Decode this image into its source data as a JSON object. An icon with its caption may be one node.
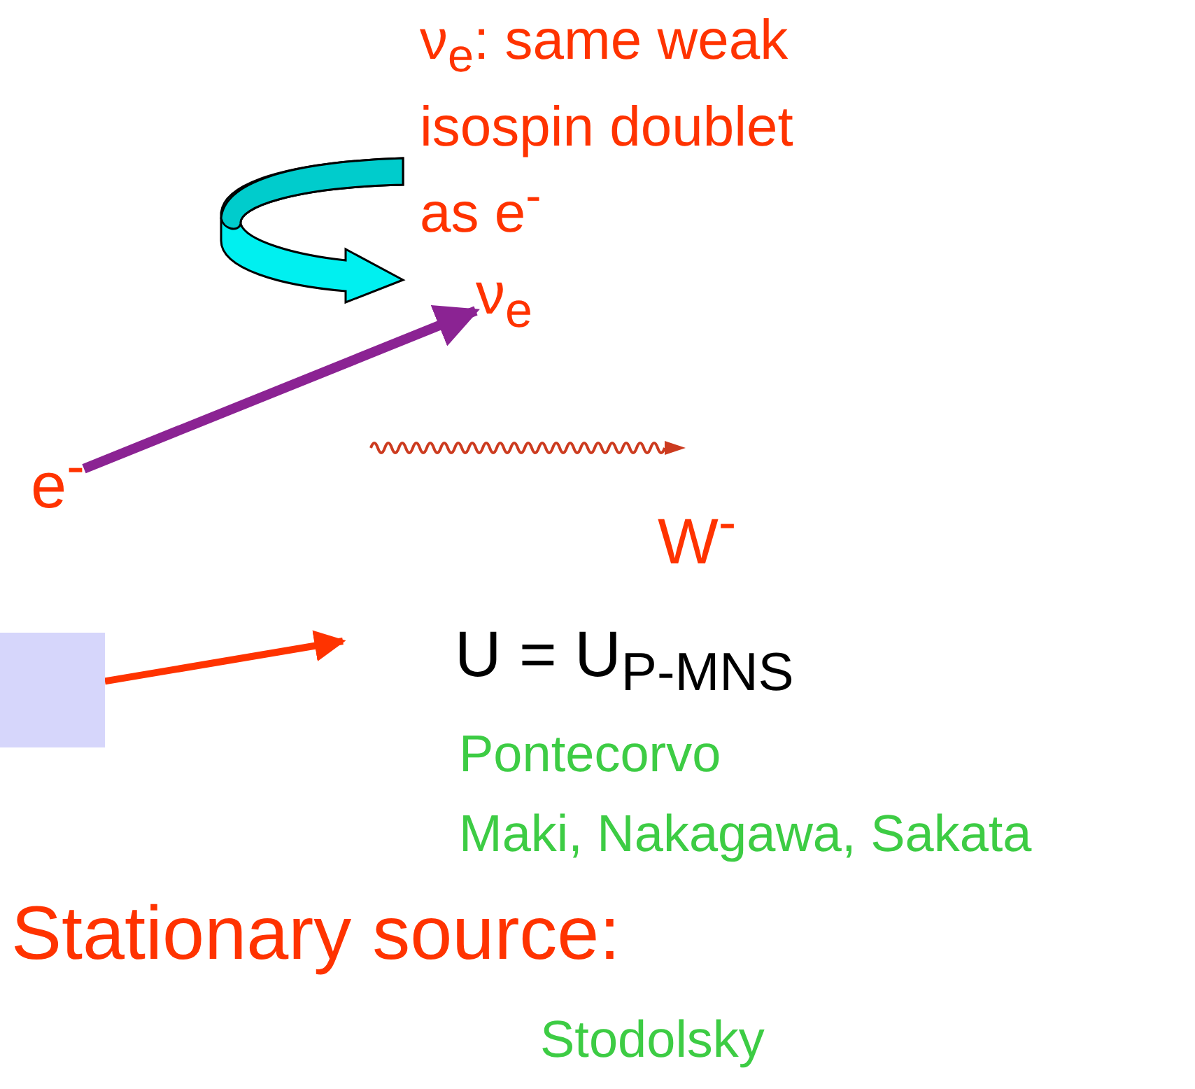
{
  "diagram": {
    "nodes": [
      {
        "text": [
          "ν$_{e}$: same weak isospin doublet as e$^{-}$"
        ]
      },
      {
        "text": [
          "ν$_{e}$"
        ]
      },
      {
        "text": [
          "e$^{-}$"
        ]
      },
      {
        "text": [
          "W$^{-}$"
        ]
      },
      {
        "text": [],
        "shape": "box"
      }
    ],
    "edges": [
      {
        "from": 2,
        "to": 1,
        "arrow": "to",
        "color": "#8b2393"
      },
      {
        "from": 4,
        "to": null,
        "arrow": "to",
        "color": "#ff3300"
      }
    ],
    "labels": [
      "U = U$_{P-MNS}$",
      "Pontecorvo",
      "Maki, Nakagawa, Sakata",
      "Stationary source:",
      "Stodolsky"
    ]
  }
}
